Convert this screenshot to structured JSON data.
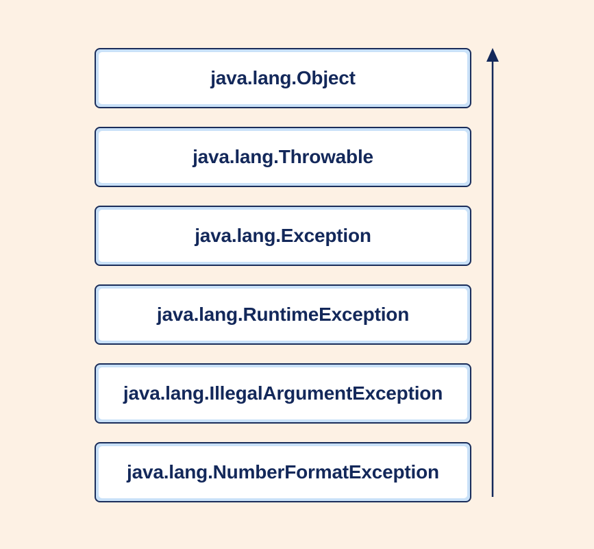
{
  "hierarchy": {
    "classes": [
      "java.lang.Object",
      "java.lang.Throwable",
      "java.lang.Exception",
      "java.lang.RuntimeException",
      "java.lang.IllegalArgumentException",
      "java.lang.NumberFormatException"
    ]
  },
  "colors": {
    "background": "#fdf1e4",
    "box_border": "#1a2d5a",
    "box_fill_outer": "#c9e1f8",
    "box_fill_inner": "#ffffff",
    "text": "#13285a",
    "arrow": "#13285a"
  },
  "arrow": {
    "direction": "up",
    "icon": "arrow-up-icon"
  }
}
